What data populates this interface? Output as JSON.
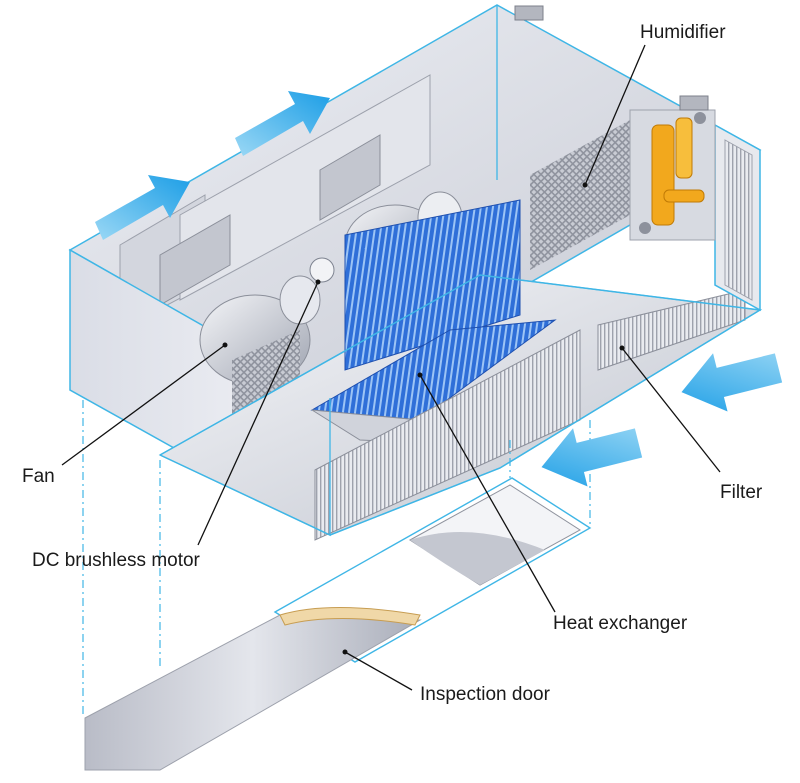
{
  "labels": {
    "humidifier": "Humidifier",
    "fan": "Fan",
    "filter": "Filter",
    "dc_motor": "DC brushless motor",
    "heat_exchanger": "Heat exchanger",
    "inspection_door": "Inspection door"
  },
  "colors": {
    "outline": "#3fb6e6",
    "arrow": "#2aa8ea",
    "coil": "#2f6fd8",
    "humidifier": "#f2a81d",
    "panel": "#d9dbe3",
    "leader": "#111111"
  },
  "icons": {
    "airflow": "airflow-arrow-icon"
  }
}
